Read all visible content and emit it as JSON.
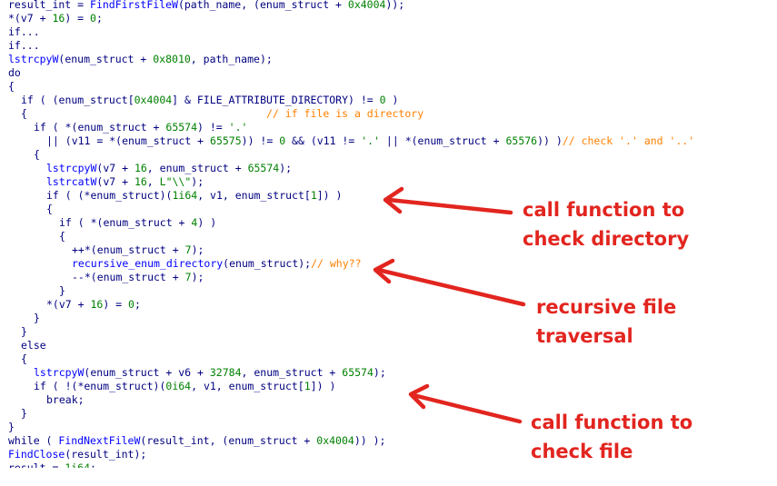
{
  "colors": {
    "background": "#ffffff",
    "identifier": "#000080",
    "function": "#0000ff",
    "literal": "#008000",
    "comment": "#ff8000",
    "annotation": "#e2251f"
  },
  "code": [
    {
      "indent": 0,
      "trunc": false,
      "parts": [
        {
          "t": "result_int = "
        },
        {
          "t": "FindFirstFileW",
          "c": "fn"
        },
        {
          "t": "(path_name, (enum_struct + "
        },
        {
          "t": "0x4004",
          "c": "num"
        },
        {
          "t": "));"
        }
      ]
    },
    {
      "indent": 0,
      "trunc": false,
      "parts": [
        {
          "t": "*(v7 + "
        },
        {
          "t": "16",
          "c": "num"
        },
        {
          "t": ") = "
        },
        {
          "t": "0",
          "c": "num"
        },
        {
          "t": ";"
        }
      ]
    },
    {
      "indent": 0,
      "trunc": false,
      "parts": [
        {
          "t": "if..."
        }
      ]
    },
    {
      "indent": 0,
      "trunc": false,
      "parts": [
        {
          "t": "if..."
        }
      ]
    },
    {
      "indent": 0,
      "trunc": false,
      "parts": [
        {
          "t": "lstrcpyW",
          "c": "fn"
        },
        {
          "t": "(enum_struct + "
        },
        {
          "t": "0x8010",
          "c": "num"
        },
        {
          "t": ", path_name);"
        }
      ]
    },
    {
      "indent": 0,
      "trunc": false,
      "parts": [
        {
          "t": "do"
        }
      ]
    },
    {
      "indent": 0,
      "trunc": false,
      "parts": [
        {
          "t": "{"
        }
      ]
    },
    {
      "indent": 2,
      "trunc": false,
      "parts": [
        {
          "t": "if ( (enum_struct["
        },
        {
          "t": "0x4004",
          "c": "num"
        },
        {
          "t": "] & FILE_ATTRIBUTE_DIRECTORY) != "
        },
        {
          "t": "0",
          "c": "num"
        },
        {
          "t": " )"
        }
      ]
    },
    {
      "indent": 2,
      "trunc": false,
      "parts": [
        {
          "t": "{                                      "
        },
        {
          "t": "// if file is a directory",
          "c": "cmt"
        }
      ]
    },
    {
      "indent": 4,
      "trunc": false,
      "parts": [
        {
          "t": "if ( *(enum_struct + "
        },
        {
          "t": "65574",
          "c": "num"
        },
        {
          "t": ") != "
        },
        {
          "t": "'.'",
          "c": "str"
        }
      ]
    },
    {
      "indent": 6,
      "trunc": false,
      "parts": [
        {
          "t": "|| (v11 = *(enum_struct + "
        },
        {
          "t": "65575",
          "c": "num"
        },
        {
          "t": ")) != "
        },
        {
          "t": "0",
          "c": "num"
        },
        {
          "t": " && (v11 != "
        },
        {
          "t": "'.'",
          "c": "str"
        },
        {
          "t": " || *(enum_struct + "
        },
        {
          "t": "65576",
          "c": "num"
        },
        {
          "t": ")) )"
        },
        {
          "t": "// check '.' and '..'",
          "c": "cmt"
        }
      ]
    },
    {
      "indent": 4,
      "trunc": false,
      "parts": [
        {
          "t": "{"
        }
      ]
    },
    {
      "indent": 6,
      "trunc": false,
      "parts": [
        {
          "t": "lstrcpyW",
          "c": "fn"
        },
        {
          "t": "(v7 + "
        },
        {
          "t": "16",
          "c": "num"
        },
        {
          "t": ", enum_struct + "
        },
        {
          "t": "65574",
          "c": "num"
        },
        {
          "t": ");"
        }
      ]
    },
    {
      "indent": 6,
      "trunc": false,
      "parts": [
        {
          "t": "lstrcatW",
          "c": "fn"
        },
        {
          "t": "(v7 + "
        },
        {
          "t": "16",
          "c": "num"
        },
        {
          "t": ", "
        },
        {
          "t": "L\"\\\\\"",
          "c": "str"
        },
        {
          "t": ");"
        }
      ]
    },
    {
      "indent": 6,
      "trunc": false,
      "parts": [
        {
          "t": "if ( (*enum_struct)("
        },
        {
          "t": "1i64",
          "c": "num"
        },
        {
          "t": ", v1, enum_struct["
        },
        {
          "t": "1",
          "c": "num"
        },
        {
          "t": "]) )"
        }
      ]
    },
    {
      "indent": 6,
      "trunc": false,
      "parts": [
        {
          "t": "{"
        }
      ]
    },
    {
      "indent": 8,
      "trunc": false,
      "parts": [
        {
          "t": "if ( *(enum_struct + "
        },
        {
          "t": "4",
          "c": "num"
        },
        {
          "t": ") )"
        }
      ]
    },
    {
      "indent": 8,
      "trunc": false,
      "parts": [
        {
          "t": "{"
        }
      ]
    },
    {
      "indent": 10,
      "trunc": false,
      "parts": [
        {
          "t": "++*(enum_struct + "
        },
        {
          "t": "7",
          "c": "num"
        },
        {
          "t": ");"
        }
      ]
    },
    {
      "indent": 10,
      "trunc": false,
      "parts": [
        {
          "t": "recursive_enum_directory",
          "c": "fn"
        },
        {
          "t": "(enum_struct);"
        },
        {
          "t": "// why??",
          "c": "cmt"
        }
      ]
    },
    {
      "indent": 10,
      "trunc": false,
      "parts": [
        {
          "t": "--*(enum_struct + "
        },
        {
          "t": "7",
          "c": "num"
        },
        {
          "t": ");"
        }
      ]
    },
    {
      "indent": 8,
      "trunc": false,
      "parts": [
        {
          "t": "}"
        }
      ]
    },
    {
      "indent": 6,
      "trunc": false,
      "parts": [
        {
          "t": "*(v7 + "
        },
        {
          "t": "16",
          "c": "num"
        },
        {
          "t": ") = "
        },
        {
          "t": "0",
          "c": "num"
        },
        {
          "t": ";"
        }
      ]
    },
    {
      "indent": 4,
      "trunc": false,
      "parts": [
        {
          "t": "}"
        }
      ]
    },
    {
      "indent": 2,
      "trunc": false,
      "parts": [
        {
          "t": "}"
        }
      ]
    },
    {
      "indent": 2,
      "trunc": false,
      "parts": [
        {
          "t": "else"
        }
      ]
    },
    {
      "indent": 2,
      "trunc": false,
      "parts": [
        {
          "t": "{"
        }
      ]
    },
    {
      "indent": 4,
      "trunc": false,
      "parts": [
        {
          "t": "lstrcpyW",
          "c": "fn"
        },
        {
          "t": "(enum_struct + v6 + "
        },
        {
          "t": "32784",
          "c": "num"
        },
        {
          "t": ", enum_struct + "
        },
        {
          "t": "65574",
          "c": "num"
        },
        {
          "t": ");"
        }
      ]
    },
    {
      "indent": 4,
      "trunc": false,
      "parts": [
        {
          "t": "if ( !(*enum_struct)("
        },
        {
          "t": "0i64",
          "c": "num"
        },
        {
          "t": ", v1, enum_struct["
        },
        {
          "t": "1",
          "c": "num"
        },
        {
          "t": "]) )"
        }
      ]
    },
    {
      "indent": 6,
      "trunc": false,
      "parts": [
        {
          "t": "break;"
        }
      ]
    },
    {
      "indent": 2,
      "trunc": false,
      "parts": [
        {
          "t": "}"
        }
      ]
    },
    {
      "indent": 0,
      "trunc": false,
      "parts": [
        {
          "t": "}"
        }
      ]
    },
    {
      "indent": 0,
      "trunc": false,
      "parts": [
        {
          "t": "while ( "
        },
        {
          "t": "FindNextFileW",
          "c": "fn"
        },
        {
          "t": "(result_int, (enum_struct + "
        },
        {
          "t": "0x4004",
          "c": "num"
        },
        {
          "t": ")) );"
        }
      ]
    },
    {
      "indent": 0,
      "trunc": false,
      "parts": [
        {
          "t": "FindClose",
          "c": "fn"
        },
        {
          "t": "(result_int);"
        }
      ]
    },
    {
      "indent": 0,
      "trunc": true,
      "parts": [
        {
          "t": "result = "
        },
        {
          "t": "1i64",
          "c": "num"
        },
        {
          "t": ";"
        }
      ]
    }
  ],
  "annotations": {
    "check_directory": {
      "line1": "call function to",
      "line2": "check directory"
    },
    "recursive": {
      "text": "recursive file traversal"
    },
    "check_file": {
      "line1": "call function to",
      "line2": "check file"
    }
  }
}
